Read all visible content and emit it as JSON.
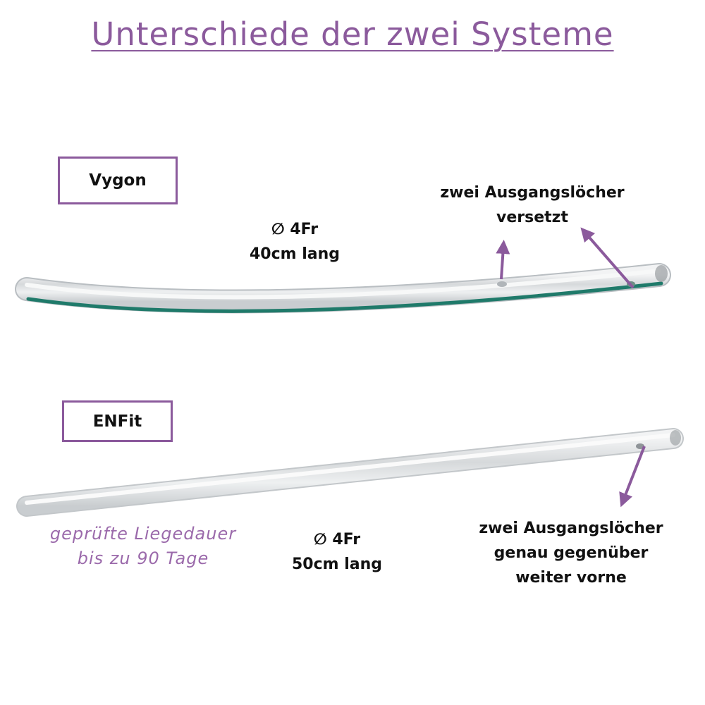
{
  "title": "Unterschiede der zwei Systeme",
  "vygon": {
    "label": "Vygon",
    "diameter": "∅ 4Fr",
    "length": "40cm lang",
    "holes_line1": "zwei Ausgangslöcher",
    "holes_line2": "versetzt"
  },
  "enfit": {
    "label": "ENFit",
    "diameter": "∅ 4Fr",
    "length": "50cm lang",
    "holes_line1": "zwei Ausgangslöcher",
    "holes_line2": "genau gegenüber",
    "holes_line3": "weiter vorne",
    "note_line1": "geprüfte Liegedauer",
    "note_line2": "bis zu 90 Tage"
  },
  "colors": {
    "accent": "#8b5a9c",
    "note": "#9b6aab",
    "stripe": "#1f7a6a",
    "tube": "#cfd3d6"
  }
}
